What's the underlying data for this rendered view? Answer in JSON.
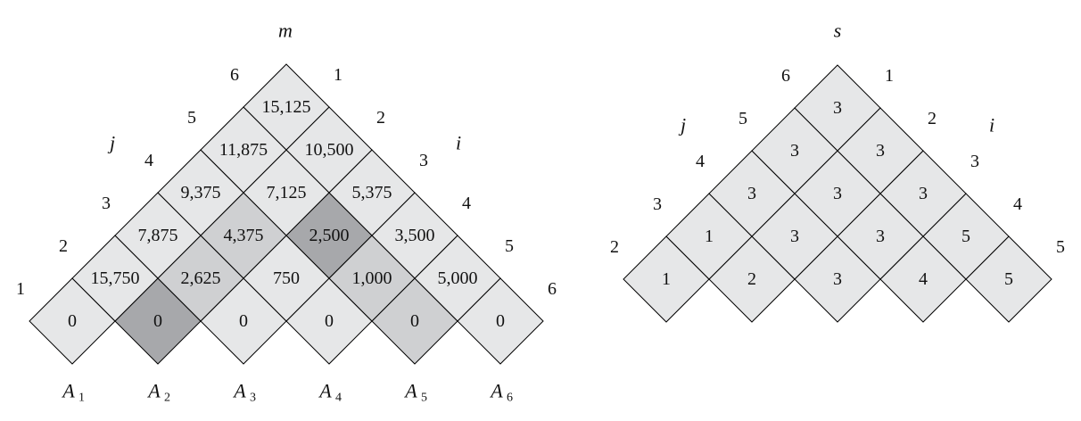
{
  "colors": {
    "light": "#e6e7e8",
    "medium": "#cfd0d2",
    "dark": "#a7a8ab"
  },
  "m_table": {
    "title": "m",
    "j_label": "j",
    "i_label": "i",
    "j_ticks": [
      "1",
      "2",
      "3",
      "4",
      "5",
      "6"
    ],
    "i_ticks": [
      "1",
      "2",
      "3",
      "4",
      "5",
      "6"
    ],
    "matrices": [
      "A",
      "A",
      "A",
      "A",
      "A",
      "A"
    ],
    "matrix_subscripts": [
      "1",
      "2",
      "3",
      "4",
      "5",
      "6"
    ],
    "cells": [
      {
        "i": 1,
        "j": 1,
        "value": "0",
        "shade": "light"
      },
      {
        "i": 2,
        "j": 2,
        "value": "0",
        "shade": "dark"
      },
      {
        "i": 3,
        "j": 3,
        "value": "0",
        "shade": "light"
      },
      {
        "i": 4,
        "j": 4,
        "value": "0",
        "shade": "light"
      },
      {
        "i": 5,
        "j": 5,
        "value": "0",
        "shade": "medium"
      },
      {
        "i": 6,
        "j": 6,
        "value": "0",
        "shade": "light"
      },
      {
        "i": 1,
        "j": 2,
        "value": "15,750",
        "shade": "light"
      },
      {
        "i": 2,
        "j": 3,
        "value": "2,625",
        "shade": "medium"
      },
      {
        "i": 3,
        "j": 4,
        "value": "750",
        "shade": "light"
      },
      {
        "i": 4,
        "j": 5,
        "value": "1,000",
        "shade": "medium"
      },
      {
        "i": 5,
        "j": 6,
        "value": "5,000",
        "shade": "light"
      },
      {
        "i": 1,
        "j": 3,
        "value": "7,875",
        "shade": "light"
      },
      {
        "i": 2,
        "j": 4,
        "value": "4,375",
        "shade": "medium"
      },
      {
        "i": 3,
        "j": 5,
        "value": "2,500",
        "shade": "dark"
      },
      {
        "i": 4,
        "j": 6,
        "value": "3,500",
        "shade": "light"
      },
      {
        "i": 1,
        "j": 4,
        "value": "9,375",
        "shade": "light"
      },
      {
        "i": 2,
        "j": 5,
        "value": "7,125",
        "shade": "light"
      },
      {
        "i": 3,
        "j": 6,
        "value": "5,375",
        "shade": "light"
      },
      {
        "i": 1,
        "j": 5,
        "value": "11,875",
        "shade": "light"
      },
      {
        "i": 2,
        "j": 6,
        "value": "10,500",
        "shade": "light"
      },
      {
        "i": 1,
        "j": 6,
        "value": "15,125",
        "shade": "light"
      }
    ]
  },
  "s_table": {
    "title": "s",
    "j_label": "j",
    "i_label": "i",
    "j_ticks": [
      "2",
      "3",
      "4",
      "5",
      "6"
    ],
    "i_ticks": [
      "1",
      "2",
      "3",
      "4",
      "5"
    ],
    "cells": [
      {
        "i": 1,
        "j": 2,
        "value": "1"
      },
      {
        "i": 2,
        "j": 3,
        "value": "2"
      },
      {
        "i": 3,
        "j": 4,
        "value": "3"
      },
      {
        "i": 4,
        "j": 5,
        "value": "4"
      },
      {
        "i": 5,
        "j": 6,
        "value": "5"
      },
      {
        "i": 1,
        "j": 3,
        "value": "1"
      },
      {
        "i": 2,
        "j": 4,
        "value": "3"
      },
      {
        "i": 3,
        "j": 5,
        "value": "3"
      },
      {
        "i": 4,
        "j": 6,
        "value": "5"
      },
      {
        "i": 1,
        "j": 4,
        "value": "3"
      },
      {
        "i": 2,
        "j": 5,
        "value": "3"
      },
      {
        "i": 3,
        "j": 6,
        "value": "3"
      },
      {
        "i": 1,
        "j": 5,
        "value": "3"
      },
      {
        "i": 2,
        "j": 6,
        "value": "3"
      },
      {
        "i": 1,
        "j": 6,
        "value": "3"
      }
    ]
  }
}
